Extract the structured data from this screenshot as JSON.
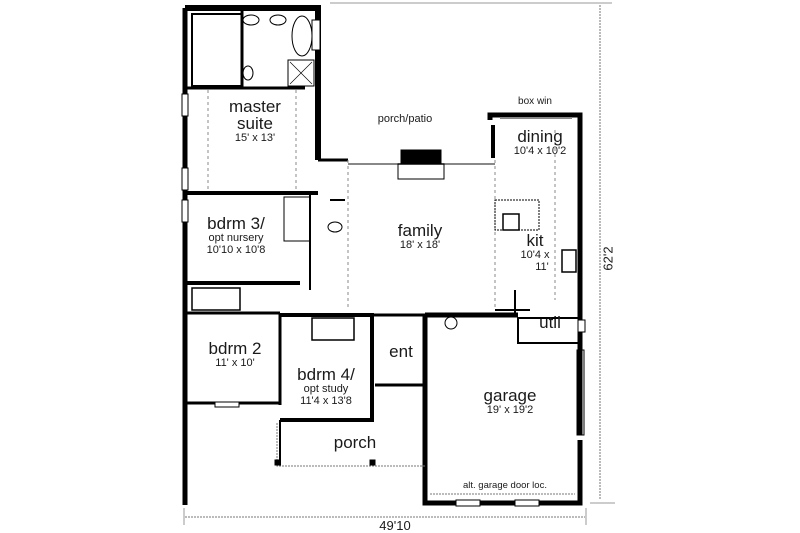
{
  "plan": {
    "overall_width": "49'10",
    "overall_depth": "62'2",
    "rooms": [
      {
        "id": "master",
        "name_line1": "master",
        "name_line2": "suite",
        "dims": "15' x 13'"
      },
      {
        "id": "porch_patio",
        "name": "porch/patio"
      },
      {
        "id": "dining",
        "name": "dining",
        "dims": "10'4 x 10'2",
        "note": "box win"
      },
      {
        "id": "family",
        "name": "family",
        "dims": "18' x 18'"
      },
      {
        "id": "bdrm3",
        "name_line1": "bdrm 3/",
        "name_line2": "opt nursery",
        "dims": "10'10 x 10'8"
      },
      {
        "id": "kit",
        "name": "kit",
        "dims_line1": "10'4 x",
        "dims_line2": "11'"
      },
      {
        "id": "util",
        "name": "util"
      },
      {
        "id": "bdrm2",
        "name": "bdrm 2",
        "dims": "11' x 10'"
      },
      {
        "id": "ent",
        "name": "ent"
      },
      {
        "id": "bdrm4",
        "name_line1": "bdrm 4/",
        "name_line2": "opt study",
        "dims": "11'4 x 13'8"
      },
      {
        "id": "garage",
        "name": "garage",
        "dims": "19' x 19'2",
        "note": "alt. garage door loc."
      },
      {
        "id": "porch",
        "name": "porch"
      }
    ]
  }
}
